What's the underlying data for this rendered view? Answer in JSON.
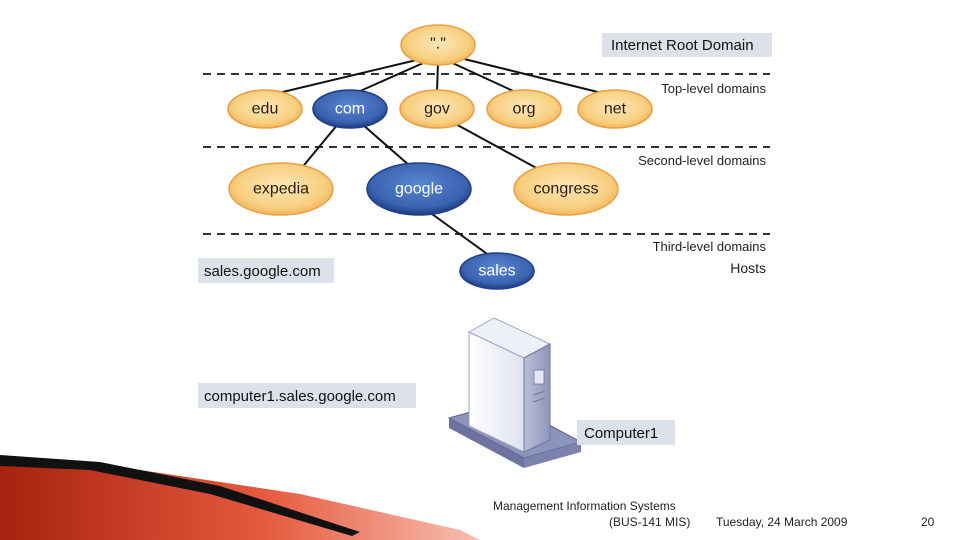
{
  "diagram": {
    "root": {
      "label": "\".\""
    },
    "root_label": "Internet Root Domain",
    "levels": {
      "top": "Top-level domains",
      "second": "Second-level domains",
      "third": "Third-level domains",
      "hosts": "Hosts"
    },
    "tld": [
      "edu",
      "com",
      "gov",
      "org",
      "net"
    ],
    "sld": [
      "expedia",
      "google",
      "congress"
    ],
    "third_level": "sales",
    "example_domain": "sales.google.com",
    "example_host": "computer1.sales.google.com",
    "computer_label": "Computer1"
  },
  "colors": {
    "orange_fill": "#f8d48c",
    "orange_edge": "#e9a046",
    "blue_fill": "#3d67b4",
    "blue_edge": "#1f3f86",
    "label_box": "#dde2ea",
    "accent_red": "#c8321e"
  },
  "footer": {
    "course": "Management Information Systems",
    "code": "(BUS-141 MIS)",
    "date": "Tuesday, 24 March 2009",
    "page": "20"
  }
}
